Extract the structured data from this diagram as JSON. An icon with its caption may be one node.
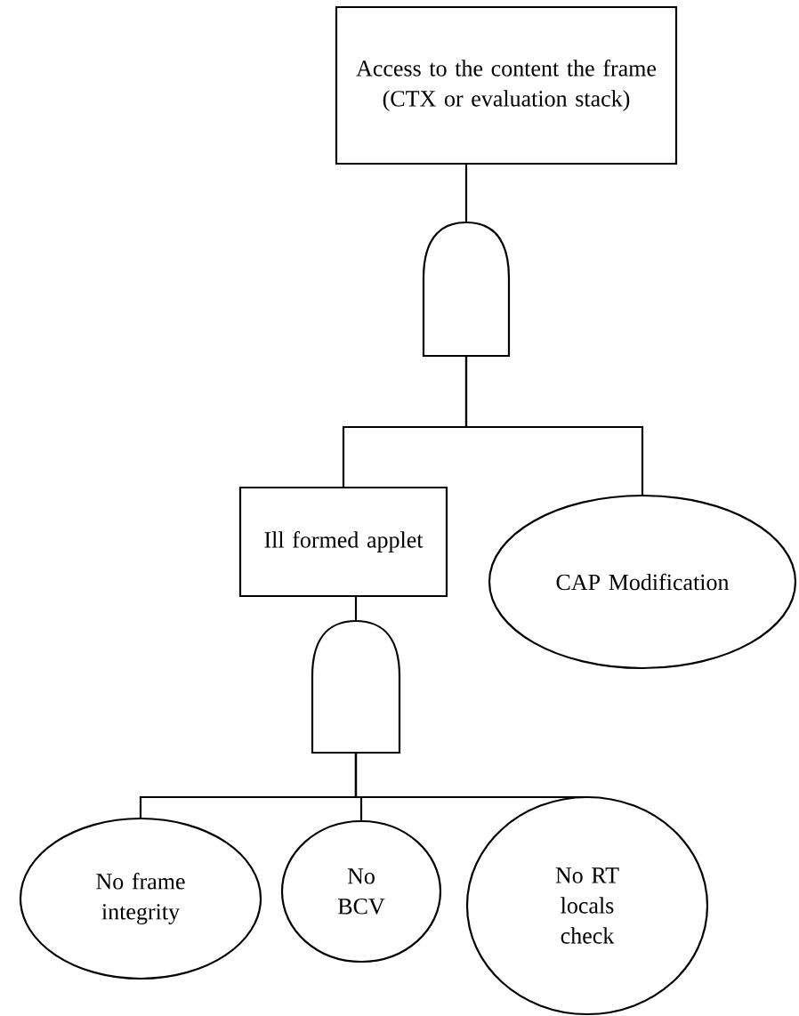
{
  "diagram": {
    "nodes": [
      {
        "text": [
          "Access to the content the frame (CTX or evaluation stack)"
        ]
      },
      {
        "text": [],
        "shape": "gate"
      },
      {
        "text": [
          "Ill formed applet"
        ]
      },
      {
        "text": [
          "CAP Modification"
        ]
      },
      {
        "text": [],
        "shape": "gate"
      },
      {
        "text": [
          "No frame integrity"
        ]
      },
      {
        "text": [
          "No BCV"
        ]
      },
      {
        "text": [
          "No RT locals check"
        ]
      }
    ],
    "edges": [
      {
        "from": 0,
        "to": 1,
        "arrow": "none"
      },
      {
        "from": 1,
        "to": 2,
        "arrow": "none"
      },
      {
        "from": 1,
        "to": 3,
        "arrow": "none"
      },
      {
        "from": 2,
        "to": 4,
        "arrow": "none"
      },
      {
        "from": 4,
        "to": 5,
        "arrow": "none"
      },
      {
        "from": 4,
        "to": 6,
        "arrow": "none"
      },
      {
        "from": 4,
        "to": 7,
        "arrow": "none"
      }
    ]
  }
}
